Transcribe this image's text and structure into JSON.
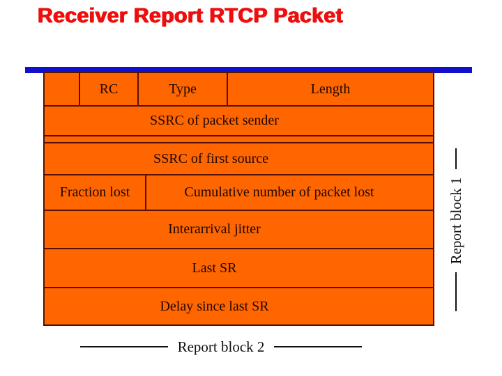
{
  "title": "Receiver Report RTCP Packet",
  "packet": {
    "header": {
      "blank": "",
      "rc": "RC",
      "type": "Type",
      "length": "Length"
    },
    "ssrc_sender": "SSRC of packet sender",
    "report_block_1": {
      "ssrc_first": "SSRC of first source",
      "fraction_lost": "Fraction lost",
      "cumulative_lost": "Cumulative number of packet lost",
      "jitter": "Interarrival jitter",
      "last_sr": "Last SR",
      "delay_since_last_sr": "Delay since last SR"
    }
  },
  "labels": {
    "report_block_1": "Report block 1",
    "report_block_2": "Report block 2"
  },
  "colors": {
    "cell_fill": "#FF6600",
    "cell_border": "#541100",
    "divider_blue": "#1111CC",
    "title_red": "#EE0E0E",
    "field_text": "#1E0700",
    "label_text": "#111111"
  }
}
